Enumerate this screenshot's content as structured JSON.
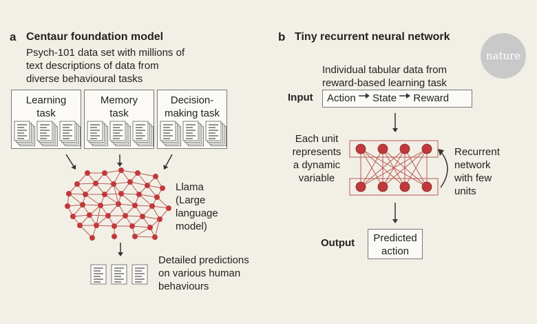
{
  "panel_a": {
    "letter": "a",
    "title": "Centaur foundation model",
    "dataset_lines": [
      "Psych-101 data set with millions of",
      "text descriptions of data from",
      "diverse behavioural tasks"
    ],
    "tasks": [
      {
        "lines": [
          "Learning",
          "task"
        ]
      },
      {
        "lines": [
          "Memory",
          "task"
        ]
      },
      {
        "lines": [
          "Decision-",
          "making task"
        ]
      }
    ],
    "model_lines": [
      "Llama",
      "(Large",
      "language",
      "model)"
    ],
    "prediction_lines": [
      "Detailed predictions",
      "on various human",
      "behaviours"
    ]
  },
  "panel_b": {
    "letter": "b",
    "title": "Tiny recurrent neural network",
    "data_lines": [
      "Individual tabular data from",
      "reward-based learning task"
    ],
    "input_label": "Input",
    "input_items": [
      "Action",
      "State",
      "Reward"
    ],
    "unit_lines": [
      "Each unit",
      "represents",
      "a dynamic",
      "variable"
    ],
    "recurrent_lines": [
      "Recurrent",
      "network",
      "with few",
      "units"
    ],
    "output_label": "Output",
    "output_lines": [
      "Predicted",
      "action"
    ]
  },
  "logo": "nature",
  "colors": {
    "background": "#f2efe6",
    "node": "#c0393b",
    "edge": "#b85a55",
    "box_border": "#777777"
  }
}
